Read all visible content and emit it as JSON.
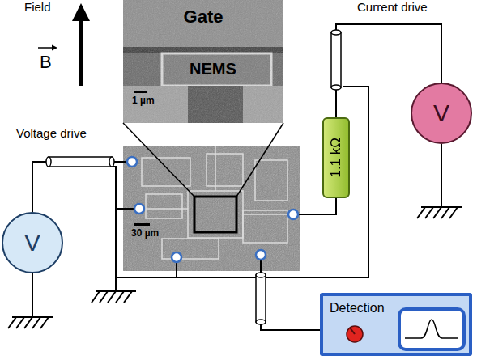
{
  "diagram": {
    "nodes": [
      {
        "text": [
          "Gate",
          "NEMS",
          "1 µm"
        ]
      },
      {
        "text": [
          "30 µm"
        ]
      },
      {
        "text": [
          "V"
        ]
      },
      {
        "text": [
          "V"
        ]
      },
      {
        "text": [
          "1.1 kΩ"
        ]
      },
      {
        "text": [
          "Detection"
        ]
      }
    ],
    "edges": [
      {
        "from": 2,
        "to": 1,
        "arrow": "none"
      },
      {
        "from": 3,
        "to": 4,
        "arrow": "none"
      },
      {
        "from": 4,
        "to": 1,
        "arrow": "none"
      },
      {
        "from": 1,
        "to": 5,
        "arrow": "none"
      }
    ],
    "labels": [
      "Field",
      "B",
      "Voltage drive",
      "Current drive"
    ]
  }
}
